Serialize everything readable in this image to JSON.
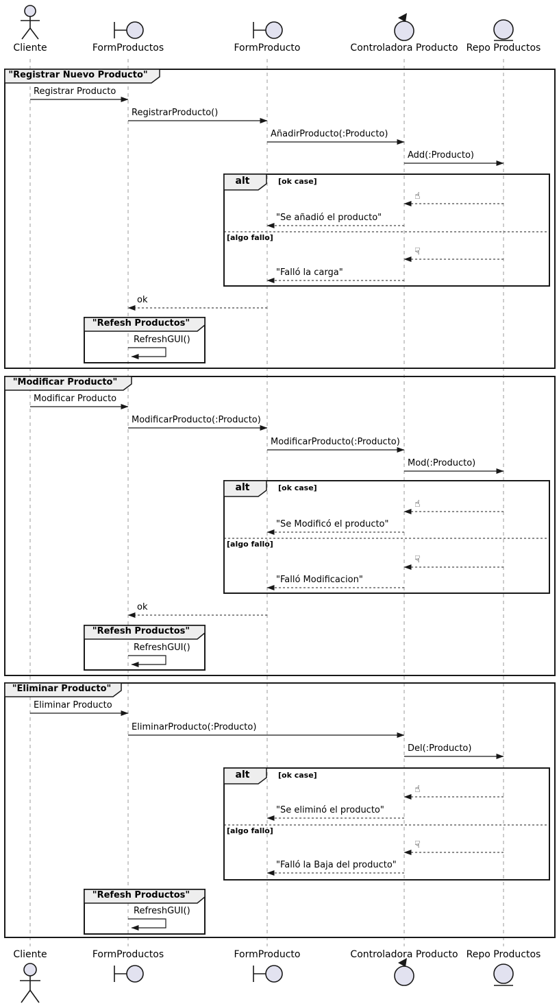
{
  "diagram_type": "uml-sequence-diagram",
  "colors": {
    "background": "#ffffff",
    "border": "#181818",
    "participant_fill": "#e2e2f0",
    "tab_fill": "#eeeeee",
    "lifeline": "#999999",
    "text": "#000000"
  },
  "icons": {
    "thumbs_up": "☝",
    "thumbs_down": "☟"
  },
  "participants": [
    {
      "name": "Cliente",
      "kind": "actor"
    },
    {
      "name": "FormProductos",
      "kind": "boundary"
    },
    {
      "name": "FormProducto",
      "kind": "boundary"
    },
    {
      "name": "Controladora Producto",
      "kind": "control"
    },
    {
      "name": "Repo Productos",
      "kind": "entity"
    }
  ],
  "frames": [
    {
      "title": "\"Registrar Nuevo Producto\"",
      "messages": [
        {
          "from": "Cliente",
          "to": "FormProductos",
          "label": "Registrar Producto",
          "style": "solid"
        },
        {
          "from": "FormProductos",
          "to": "FormProducto",
          "label": "RegistrarProducto()",
          "style": "solid"
        },
        {
          "from": "FormProducto",
          "to": "Controladora Producto",
          "label": "AñadirProducto(:Producto)",
          "style": "solid"
        },
        {
          "from": "Controladora Producto",
          "to": "Repo Productos",
          "label": "Add(:Producto)",
          "style": "solid"
        }
      ],
      "alt": {
        "operator": "alt",
        "guard_ok": "[ok case]",
        "ok_ack_icon": "thumbs-up",
        "ok_reply": "\"Se añadió el producto\"",
        "guard_fail": "[algo fallo]",
        "fail_ack_icon": "thumbs-down",
        "fail_reply": "\"Falló la carga\""
      },
      "reply_ok": "ok",
      "group": {
        "title": "\"Refesh Productos\"",
        "self_message": "RefreshGUI()"
      }
    },
    {
      "title": "\"Modificar Producto\"",
      "messages": [
        {
          "from": "Cliente",
          "to": "FormProductos",
          "label": "Modificar Producto",
          "style": "solid"
        },
        {
          "from": "FormProductos",
          "to": "FormProducto",
          "label": "ModificarProducto(:Producto)",
          "style": "solid"
        },
        {
          "from": "FormProducto",
          "to": "Controladora Producto",
          "label": "ModificarProducto(:Producto)",
          "style": "solid"
        },
        {
          "from": "Controladora Producto",
          "to": "Repo Productos",
          "label": "Mod(:Producto)",
          "style": "solid"
        }
      ],
      "alt": {
        "operator": "alt",
        "guard_ok": "[ok case]",
        "ok_ack_icon": "thumbs-up",
        "ok_reply": "\"Se Modificó el producto\"",
        "guard_fail": "[algo fallo]",
        "fail_ack_icon": "thumbs-down",
        "fail_reply": "\"Falló Modificacion\""
      },
      "reply_ok": "ok",
      "group": {
        "title": "\"Refesh Productos\"",
        "self_message": "RefreshGUI()"
      }
    },
    {
      "title": "\"Eliminar Producto\"",
      "messages": [
        {
          "from": "Cliente",
          "to": "FormProductos",
          "label": "Eliminar Producto",
          "style": "solid"
        },
        {
          "from": "FormProductos",
          "to": "Controladora Producto",
          "label": "EliminarProducto(:Producto)",
          "style": "solid"
        },
        {
          "from": "Controladora Producto",
          "to": "Repo Productos",
          "label": "Del(:Producto)",
          "style": "solid"
        }
      ],
      "alt": {
        "operator": "alt",
        "guard_ok": "[ok case]",
        "ok_ack_icon": "thumbs-up",
        "ok_reply": "\"Se eliminó el producto\"",
        "guard_fail": "[algo fallo]",
        "fail_ack_icon": "thumbs-down",
        "fail_reply": "\"Falló la Baja del producto\""
      },
      "group": {
        "title": "\"Refesh Productos\"",
        "self_message": "RefreshGUI()"
      }
    }
  ]
}
